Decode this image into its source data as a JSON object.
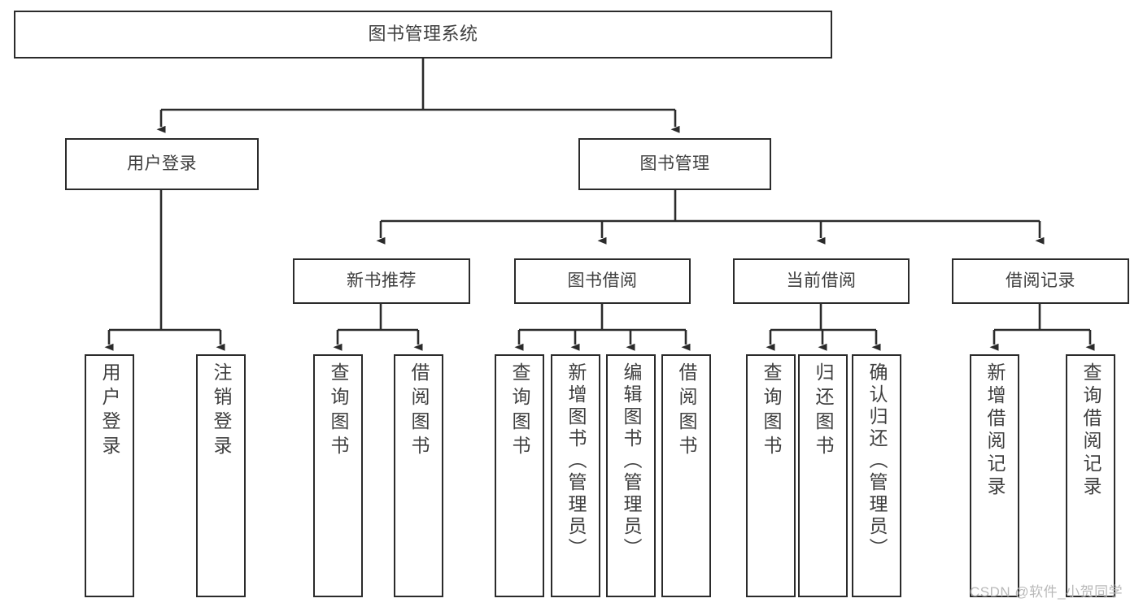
{
  "diagram": {
    "title": "图书管理系统",
    "type": "tree-hierarchy",
    "colors": {
      "box_border": "#2b2b2b",
      "box_fill": "#ffffff",
      "connector": "#2b2b2b",
      "text": "#3f3f3f",
      "watermark": "#b9b9b9"
    },
    "levels": {
      "root": {
        "label": "图书管理系统"
      },
      "level2": [
        {
          "label": "用户登录"
        },
        {
          "label": "图书管理"
        }
      ],
      "level3": [
        {
          "label": "新书推荐"
        },
        {
          "label": "图书借阅"
        },
        {
          "label": "当前借阅"
        },
        {
          "label": "借阅记录"
        }
      ],
      "leaves": {
        "user_login": [
          {
            "label": "用户登录"
          },
          {
            "label": "注销登录"
          }
        ],
        "new_book_recommend": [
          {
            "label": "查询图书"
          },
          {
            "label": "借阅图书"
          }
        ],
        "book_borrow": [
          {
            "label": "查询图书"
          },
          {
            "label": "新增图书（管理员）"
          },
          {
            "label": "编辑图书（管理员）"
          },
          {
            "label": "借阅图书"
          }
        ],
        "current_borrow": [
          {
            "label": "查询图书"
          },
          {
            "label": "归还图书"
          },
          {
            "label": "确认归还（管理员）"
          }
        ],
        "borrow_record": [
          {
            "label": "新增借阅记录"
          },
          {
            "label": "查询借阅记录"
          }
        ]
      }
    }
  },
  "watermark": {
    "text": "CSDN @软件_小贺同学"
  }
}
